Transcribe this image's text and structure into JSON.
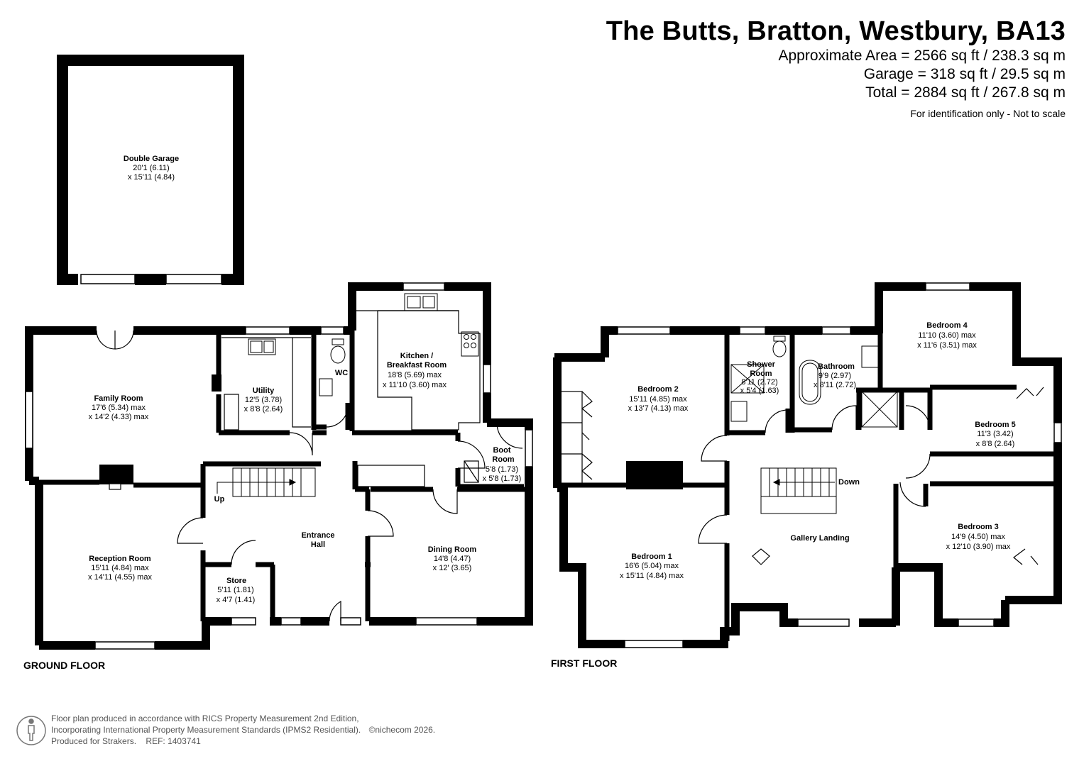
{
  "header": {
    "title": "The Butts, Bratton, Westbury, BA13",
    "approx_area": "Approximate Area = 2566 sq ft / 238.3 sq m",
    "garage_area": "Garage = 318 sq ft / 29.5 sq m",
    "total_area": "Total = 2884 sq ft / 267.8 sq m",
    "note": "For identification only - Not to scale"
  },
  "floors": {
    "ground": "GROUND FLOOR",
    "first": "FIRST FLOOR"
  },
  "rooms": {
    "double_garage": {
      "name": "Double Garage",
      "dim1": "20'1 (6.11)",
      "dim2": "x 15'11 (4.84)"
    },
    "family_room": {
      "name": "Family Room",
      "dim1": "17'6 (5.34) max",
      "dim2": "x 14'2 (4.33) max"
    },
    "utility": {
      "name": "Utility",
      "dim1": "12'5 (3.78)",
      "dim2": "x 8'8 (2.64)"
    },
    "wc": {
      "name": "WC"
    },
    "kitchen": {
      "name1": "Kitchen /",
      "name2": "Breakfast Room",
      "dim1": "18'8 (5.69) max",
      "dim2": "x 11'10 (3.60) max"
    },
    "boot_room": {
      "name1": "Boot",
      "name2": "Room",
      "dim1": "5'8 (1.73)",
      "dim2": "x 5'8 (1.73)"
    },
    "reception": {
      "name": "Reception Room",
      "dim1": "15'11 (4.84) max",
      "dim2": "x 14'11 (4.55) max"
    },
    "entrance_hall": {
      "name1": "Entrance",
      "name2": "Hall"
    },
    "store": {
      "name": "Store",
      "dim1": "5'11 (1.81)",
      "dim2": "x 4'7 (1.41)"
    },
    "dining": {
      "name": "Dining Room",
      "dim1": "14'8 (4.47)",
      "dim2": "x 12' (3.65)"
    },
    "stairs_up": "Up",
    "bedroom2": {
      "name": "Bedroom 2",
      "dim1": "15'11 (4.85) max",
      "dim2": "x 13'7 (4.13) max"
    },
    "shower": {
      "name1": "Shower",
      "name2": "Room",
      "dim1": "8'11 (2.72)",
      "dim2": "x 5'4 (1.63)"
    },
    "bathroom": {
      "name": "Bathroom",
      "dim1": "9'9 (2.97)",
      "dim2": "x 8'11 (2.72)"
    },
    "bedroom4": {
      "name": "Bedroom 4",
      "dim1": "11'10 (3.60) max",
      "dim2": "x 11'6 (3.51) max"
    },
    "bedroom5": {
      "name": "Bedroom 5",
      "dim1": "11'3 (3.42)",
      "dim2": "x 8'8 (2.64)"
    },
    "bedroom1": {
      "name": "Bedroom 1",
      "dim1": "16'6 (5.04) max",
      "dim2": "x 15'11 (4.84) max"
    },
    "gallery": {
      "name": "Gallery Landing"
    },
    "stairs_down": "Down",
    "bedroom3": {
      "name": "Bedroom 3",
      "dim1": "14'9 (4.50) max",
      "dim2": "x 12'10 (3.90) max"
    }
  },
  "footer": {
    "line1": "Floor plan produced in accordance with RICS Property Measurement 2nd Edition,",
    "line2": "Incorporating International Property Measurement Standards (IPMS2 Residential).",
    "copyright": "©nichecom 2026.",
    "line3": "Produced for Strakers.",
    "ref": "REF: 1403741"
  },
  "colors": {
    "wall": "#000000",
    "window_fill": "#ffffff",
    "footer_text": "#555555"
  },
  "icons": [
    "person-icon",
    "sink-icon",
    "hob-icon",
    "toilet-icon",
    "bath-icon",
    "shower-tray-icon"
  ]
}
